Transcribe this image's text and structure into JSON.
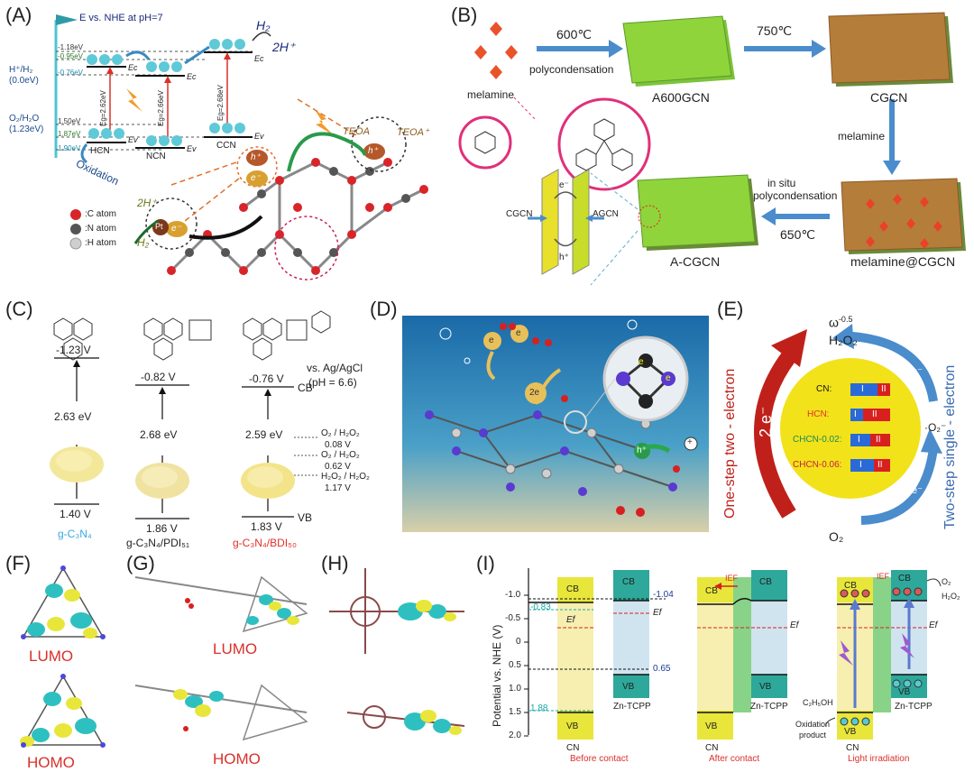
{
  "panels": {
    "a": "(A)",
    "b": "(B)",
    "c": "(C)",
    "d": "(D)",
    "e": "(E)",
    "f": "(F)",
    "g": "(G)",
    "h": "(H)",
    "i": "(I)"
  },
  "panel_a": {
    "header": "E vs. NHE at pH=7",
    "h_level": "H⁺/H₂",
    "h_value": "(0.0eV)",
    "o_level": "O₂/H₂O",
    "o_value": "(1.23eV)",
    "levels": [
      "-1.18eV",
      "-0.95eV",
      "-0.76eV",
      "1.50eV",
      "1.87eV",
      "1.90eV"
    ],
    "gaps": [
      "Eg=2.62eV",
      "Eg=2.66eV",
      "Eg=2.68eV"
    ],
    "materials": [
      "HCN",
      "NCN",
      "CCN"
    ],
    "ec": "Ec",
    "ev": "Ev",
    "h2": "H₂",
    "two_h": "2H⁺",
    "oxidation": "Oxidation",
    "legend": [
      ":C atom",
      ":N atom",
      ":H atom"
    ],
    "teoa": "TEOA",
    "teoa_plus": "TEOA⁺",
    "pt": "Pt",
    "e_minus": "e⁻",
    "h_plus": "h⁺",
    "h2_bottom": "H₂",
    "two_h_bottom": "2H⁺"
  },
  "panel_b": {
    "melamine": "melamine",
    "t600": "600℃",
    "polycondensation": "polycondensation",
    "a600gcn": "A600GCN",
    "t750": "750℃",
    "cgcn": "CGCN",
    "melamine2": "melamine",
    "insitu": "in situ",
    "insitu2": "polycondensation",
    "t650": "650℃",
    "acgcn": "A-CGCN",
    "melamine_cgcn": "melamine@CGCN",
    "cgcn_left": "CGCN",
    "agcn_right": "AGCN",
    "e_minus": "e⁻",
    "h_plus": "h⁺"
  },
  "panel_c": {
    "cb_values": [
      "-1.23 V",
      "-0.82 V",
      "-0.76 V"
    ],
    "gaps": [
      "2.63 eV",
      "2.68 eV",
      "2.59 eV"
    ],
    "vb_values": [
      "1.40 V",
      "1.86 V",
      "1.83 V"
    ],
    "names": [
      "g-C₃N₄",
      "g-C₃N₄/PDI₅₁",
      "g-C₃N₄/BDI₅₀"
    ],
    "name_colors": [
      "#3aa8e0",
      "#111111",
      "#e0302a"
    ],
    "reference": "vs. Ag/AgCl",
    "ph": "(pH = 6.6)",
    "cb": "CB",
    "vb": "VB",
    "redox": [
      {
        "label": "O₂ / H₂O₂",
        "value": "0.08 V"
      },
      {
        "label": "O₂ / H₂O₂",
        "value": "0.62 V"
      },
      {
        "label": "H₂O₂ / H₂O₂",
        "value": "1.17 V"
      }
    ]
  },
  "panel_d": {
    "e_labels": [
      "e",
      "e",
      "2e",
      "e",
      "e",
      "h⁺",
      "+"
    ]
  },
  "panel_e": {
    "omega": "ω",
    "omega_exp": "-0.5",
    "h2o2": "H₂O₂",
    "o2": "O₂",
    "superoxide": "·O₂⁻",
    "two_e": "2 e⁻",
    "e1": "e⁻",
    "e2": "e⁻",
    "left": "One-step two - electron",
    "right": "Two-step single - electron",
    "rows": [
      {
        "label": "CN:",
        "color": "#111111"
      },
      {
        "label": "HCN:",
        "color": "#e0302a"
      },
      {
        "label": "CHCN-0.02:",
        "color": "#1a8a5a"
      },
      {
        "label": "CHCN-0.06:",
        "color": "#c81f3a"
      }
    ],
    "bar_i": "I",
    "bar_ii": "II"
  },
  "panel_f": {
    "lumo": "LUMO",
    "homo": "HOMO"
  },
  "panel_g": {
    "lumo": "LUMO",
    "homo": "HOMO"
  },
  "panel_i": {
    "ylabel": "Potential vs. NHE (V)",
    "yticks": [
      "-1.0",
      "-0.5",
      "0",
      "0.5",
      "1.0",
      "1.5",
      "2.0"
    ],
    "cb": "CB",
    "vb": "VB",
    "cn": "CN",
    "zn": "Zn-TCPP",
    "ef": "Ef",
    "ief": "IEF",
    "v_104": "-1.04",
    "v_083": "-0.83",
    "v_065": "0.65",
    "v_188": "1.88",
    "states": [
      "Before contact",
      "After contact",
      "Light irradiation"
    ],
    "o2": "O₂",
    "h2o2": "H₂O₂",
    "ethanol": "C₂H₅OH",
    "oxidation": "Oxidation",
    "product": "product"
  },
  "colors": {
    "red_text": "#d9302a",
    "blue_arrow": "#4a8ccc",
    "green_sheet": "#8fd43a",
    "brown_sheet": "#b57d3a",
    "cb_green": "#2ea89a",
    "yellow_band": "#f5ee7a"
  }
}
